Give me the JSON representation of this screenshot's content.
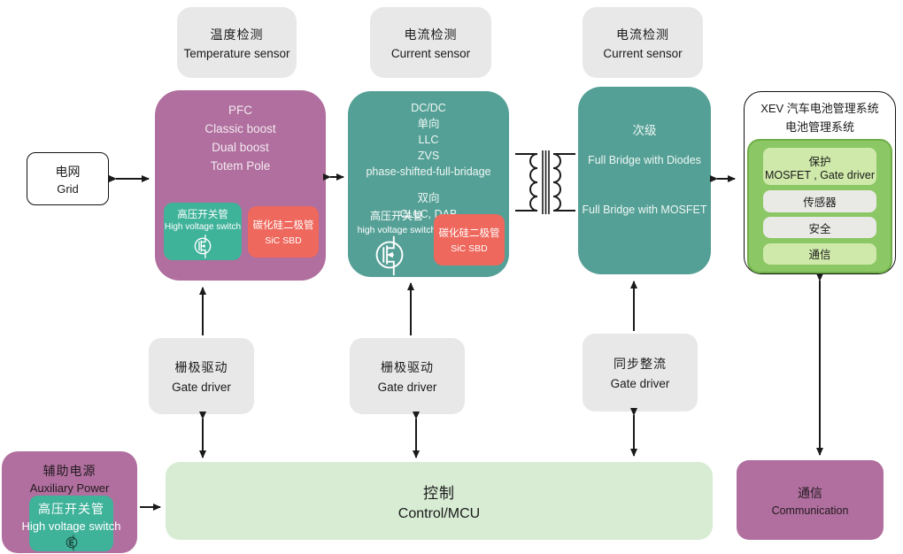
{
  "colors": {
    "purple": "#b06f9e",
    "teal": "#55a096",
    "inner_teal": "#3fb29a",
    "coral_red": "#ee685d",
    "gray_box": "#e8e8e8",
    "control_green": "#d8ecd4",
    "bms_green": "#8cc765",
    "bms_row_green": "#cfe9aa",
    "bms_row_gray": "#e9eae6",
    "line_black": "#1a1a1a"
  },
  "sensors": [
    {
      "zh": "温度检测",
      "en": "Temperature sensor"
    },
    {
      "zh": "电流检测",
      "en": "Current sensor"
    },
    {
      "zh": "电流检测",
      "en": "Current sensor"
    }
  ],
  "grid": {
    "zh": "电网",
    "en": "Grid"
  },
  "pfc": {
    "lines": [
      "PFC",
      "Classic boost",
      "Dual boost",
      "Totem Pole"
    ],
    "hv": {
      "zh": "高压开关管",
      "en": "High voltage switch"
    },
    "sic": {
      "zh": "碳化硅二极管",
      "en": "SiC SBD"
    }
  },
  "dcdc": {
    "group1": [
      "DC/DC",
      "单向",
      "LLC",
      "ZVS",
      "phase-shifted-full-bridage"
    ],
    "group2": [
      "双向",
      "CLLC, DAB"
    ],
    "hv": {
      "zh": "高压开关管",
      "en": "high voltage switch"
    },
    "sic": {
      "zh": "碳化硅二极管",
      "en": "SiC SBD"
    }
  },
  "secondary": {
    "title": "次级",
    "line1": "Full Bridge with Diodes",
    "line2": "Full Bridge with MOSFET"
  },
  "bms": {
    "title1": "XEV 汽车电池管理系统",
    "title2": "电池管理系统",
    "rows": [
      {
        "label": "保护",
        "sub": "MOSFET , Gate driver"
      },
      {
        "label": "传感器"
      },
      {
        "label": "安全"
      },
      {
        "label": "通信"
      }
    ]
  },
  "gate_drivers": [
    {
      "zh": "栅极驱动",
      "en": "Gate driver"
    },
    {
      "zh": "栅极驱动",
      "en": "Gate driver"
    },
    {
      "zh": "同步整流",
      "en": "Gate driver"
    }
  ],
  "aux": {
    "zh": "辅助电源",
    "en": "Auxiliary Power",
    "hv": {
      "zh": "高压开关管",
      "en": "High voltage switch"
    }
  },
  "control": {
    "zh": "控制",
    "en": "Control/MCU"
  },
  "comm": {
    "zh": "通信",
    "en": "Communication"
  }
}
